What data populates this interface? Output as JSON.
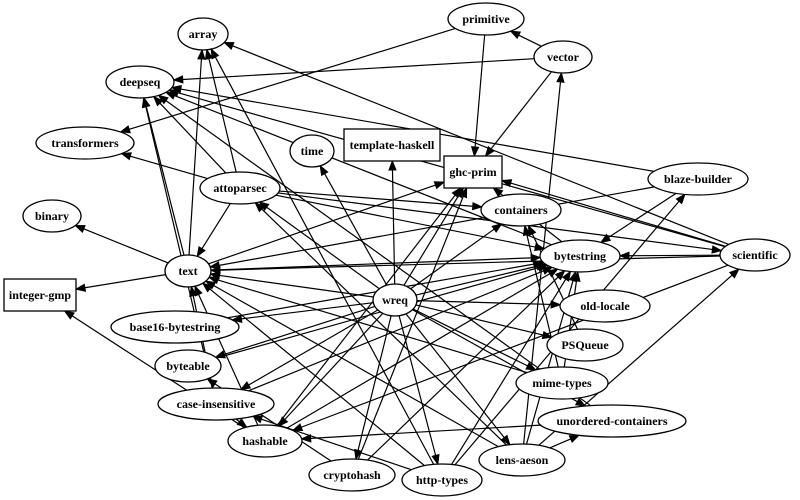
{
  "graph": {
    "nodes": [
      {
        "id": "array",
        "label": "array",
        "shape": "ellipse"
      },
      {
        "id": "primitive",
        "label": "primitive",
        "shape": "ellipse"
      },
      {
        "id": "vector",
        "label": "vector",
        "shape": "ellipse"
      },
      {
        "id": "deepseq",
        "label": "deepseq",
        "shape": "ellipse"
      },
      {
        "id": "transformers",
        "label": "transformers",
        "shape": "ellipse"
      },
      {
        "id": "time",
        "label": "time",
        "shape": "ellipse"
      },
      {
        "id": "template-haskell",
        "label": "template-haskell",
        "shape": "box"
      },
      {
        "id": "ghc-prim",
        "label": "ghc-prim",
        "shape": "box"
      },
      {
        "id": "attoparsec",
        "label": "attoparsec",
        "shape": "ellipse"
      },
      {
        "id": "blaze-builder",
        "label": "blaze-builder",
        "shape": "ellipse"
      },
      {
        "id": "containers",
        "label": "containers",
        "shape": "ellipse"
      },
      {
        "id": "binary",
        "label": "binary",
        "shape": "ellipse"
      },
      {
        "id": "bytestring",
        "label": "bytestring",
        "shape": "ellipse"
      },
      {
        "id": "scientific",
        "label": "scientific",
        "shape": "ellipse"
      },
      {
        "id": "text",
        "label": "text",
        "shape": "ellipse"
      },
      {
        "id": "integer-gmp",
        "label": "integer-gmp",
        "shape": "box"
      },
      {
        "id": "wreq",
        "label": "wreq",
        "shape": "ellipse"
      },
      {
        "id": "base16-bytestring",
        "label": "base16-bytestring",
        "shape": "ellipse"
      },
      {
        "id": "old-locale",
        "label": "old-locale",
        "shape": "ellipse"
      },
      {
        "id": "PSQueue",
        "label": "PSQueue",
        "shape": "ellipse"
      },
      {
        "id": "byteable",
        "label": "byteable",
        "shape": "ellipse"
      },
      {
        "id": "mime-types",
        "label": "mime-types",
        "shape": "ellipse"
      },
      {
        "id": "case-insensitive",
        "label": "case-insensitive",
        "shape": "ellipse"
      },
      {
        "id": "unordered-containers",
        "label": "unordered-containers",
        "shape": "ellipse"
      },
      {
        "id": "hashable",
        "label": "hashable",
        "shape": "ellipse"
      },
      {
        "id": "lens-aeson",
        "label": "lens-aeson",
        "shape": "ellipse"
      },
      {
        "id": "cryptohash",
        "label": "cryptohash",
        "shape": "ellipse"
      },
      {
        "id": "http-types",
        "label": "http-types",
        "shape": "ellipse"
      }
    ],
    "edges": [
      [
        "vector",
        "primitive"
      ],
      [
        "vector",
        "ghc-prim"
      ],
      [
        "vector",
        "deepseq"
      ],
      [
        "primitive",
        "ghc-prim"
      ],
      [
        "primitive",
        "transformers"
      ],
      [
        "attoparsec",
        "array"
      ],
      [
        "attoparsec",
        "deepseq"
      ],
      [
        "attoparsec",
        "transformers"
      ],
      [
        "attoparsec",
        "text"
      ],
      [
        "attoparsec",
        "bytestring"
      ],
      [
        "attoparsec",
        "containers"
      ],
      [
        "attoparsec",
        "scientific"
      ],
      [
        "text",
        "array"
      ],
      [
        "text",
        "deepseq"
      ],
      [
        "text",
        "binary"
      ],
      [
        "text",
        "integer-gmp"
      ],
      [
        "text",
        "ghc-prim"
      ],
      [
        "text",
        "bytestring"
      ],
      [
        "blaze-builder",
        "deepseq"
      ],
      [
        "blaze-builder",
        "text"
      ],
      [
        "blaze-builder",
        "bytestring"
      ],
      [
        "scientific",
        "deepseq"
      ],
      [
        "scientific",
        "ghc-prim"
      ],
      [
        "scientific",
        "text"
      ],
      [
        "scientific",
        "bytestring"
      ],
      [
        "scientific",
        "array"
      ],
      [
        "scientific",
        "hashable"
      ],
      [
        "bytestring",
        "deepseq"
      ],
      [
        "bytestring",
        "ghc-prim"
      ],
      [
        "wreq",
        "time"
      ],
      [
        "wreq",
        "template-haskell"
      ],
      [
        "wreq",
        "ghc-prim"
      ],
      [
        "wreq",
        "text"
      ],
      [
        "wreq",
        "bytestring"
      ],
      [
        "wreq",
        "attoparsec"
      ],
      [
        "wreq",
        "old-locale"
      ],
      [
        "wreq",
        "PSQueue"
      ],
      [
        "wreq",
        "mime-types"
      ],
      [
        "wreq",
        "unordered-containers"
      ],
      [
        "wreq",
        "lens-aeson"
      ],
      [
        "wreq",
        "http-types"
      ],
      [
        "wreq",
        "cryptohash"
      ],
      [
        "wreq",
        "hashable"
      ],
      [
        "wreq",
        "case-insensitive"
      ],
      [
        "wreq",
        "byteable"
      ],
      [
        "wreq",
        "base16-bytestring"
      ],
      [
        "wreq",
        "containers"
      ],
      [
        "base16-bytestring",
        "bytestring"
      ],
      [
        "byteable",
        "bytestring"
      ],
      [
        "case-insensitive",
        "text"
      ],
      [
        "case-insensitive",
        "bytestring"
      ],
      [
        "case-insensitive",
        "hashable"
      ],
      [
        "case-insensitive",
        "deepseq"
      ],
      [
        "hashable",
        "text"
      ],
      [
        "hashable",
        "bytestring"
      ],
      [
        "hashable",
        "integer-gmp"
      ],
      [
        "hashable",
        "ghc-prim"
      ],
      [
        "mime-types",
        "text"
      ],
      [
        "mime-types",
        "bytestring"
      ],
      [
        "mime-types",
        "containers"
      ],
      [
        "PSQueue",
        "containers"
      ],
      [
        "unordered-containers",
        "deepseq"
      ],
      [
        "unordered-containers",
        "hashable"
      ],
      [
        "lens-aeson",
        "vector"
      ],
      [
        "lens-aeson",
        "text"
      ],
      [
        "lens-aeson",
        "bytestring"
      ],
      [
        "lens-aeson",
        "unordered-containers"
      ],
      [
        "lens-aeson",
        "scientific"
      ],
      [
        "lens-aeson",
        "attoparsec"
      ],
      [
        "cryptohash",
        "bytestring"
      ],
      [
        "cryptohash",
        "byteable"
      ],
      [
        "cryptohash",
        "ghc-prim"
      ],
      [
        "http-types",
        "array"
      ],
      [
        "http-types",
        "text"
      ],
      [
        "http-types",
        "bytestring"
      ],
      [
        "http-types",
        "case-insensitive"
      ],
      [
        "http-types",
        "blaze-builder"
      ]
    ]
  }
}
